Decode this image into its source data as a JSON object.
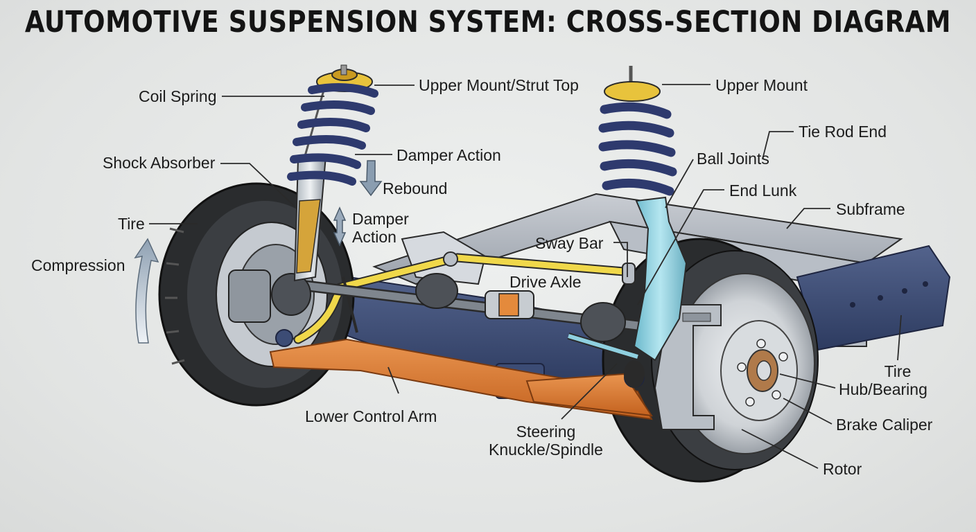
{
  "title": "AUTOMOTIVE SUSPENSION SYSTEM: CROSS-SECTION DIAGRAM",
  "labels": {
    "upper_mount_strut_top": "Upper Mount/Strut Top",
    "coil_spring": "Coil Spring",
    "damper_action_top": "Damper Action",
    "shock_absorber": "Shock Absorber",
    "rebound": "Rebound",
    "tire_left": "Tire",
    "damper_action_mid": "Damper Action",
    "compression": "Compression",
    "sway_bar": "Sway Bar",
    "drive_axle": "Drive Axle",
    "lower_control_arm": "Lower Control Arm",
    "upper_mount": "Upper Mount",
    "tie_rod_end": "Tie Rod End",
    "ball_joints": "Ball Joints",
    "end_lunk": "End Lunk",
    "subframe": "Subframe",
    "tire_right": "Tire",
    "hub_bearing": "Hub/Bearing",
    "brake_caliper": "Brake Caliper",
    "rotor": "Rotor",
    "steering_knuckle": "Steering Knuckle/Spindle"
  },
  "colors": {
    "background": "#e4e6e5",
    "coil_spring": "#2e3a6e",
    "strut_mount": "#e8c33c",
    "lower_control_arm": "#d9782f",
    "sway_bar": "#f0d84a",
    "subframe": "#3c4c75",
    "knuckle": "#8fd0e0",
    "tire": "#2a2c2e",
    "rotor": "#c8ccd0",
    "leader_line": "#2a2a2a"
  }
}
